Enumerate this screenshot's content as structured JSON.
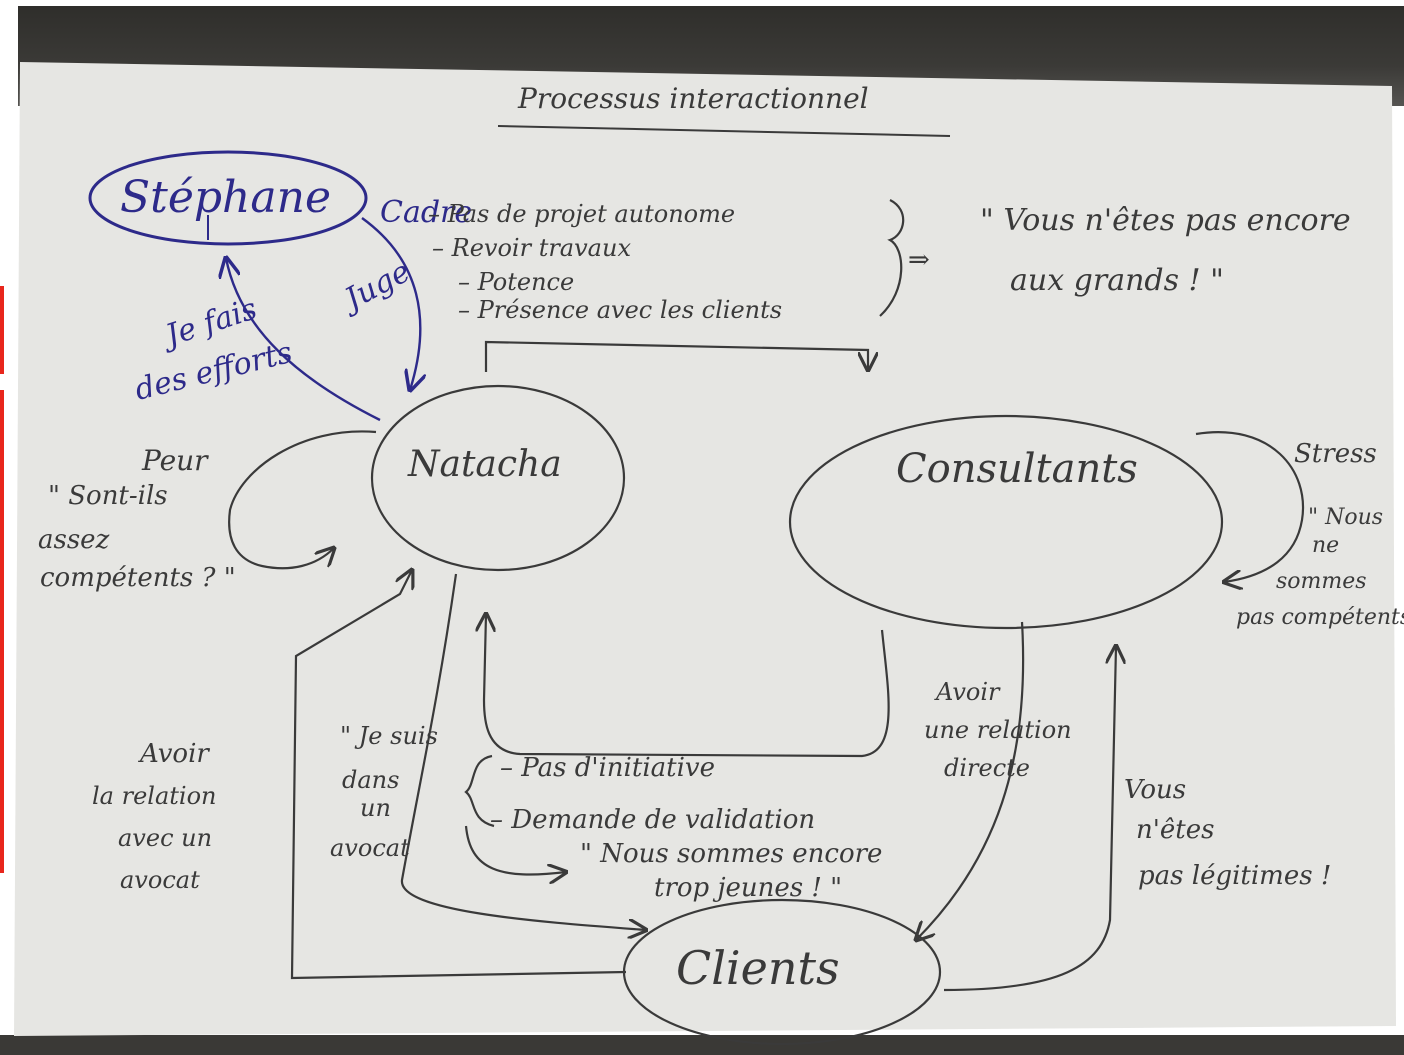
{
  "title": "Processus interactionnel",
  "nodes": {
    "stephane": "Stéphane",
    "natacha": "Natacha",
    "consultants": "Consultants",
    "clients": "Clients"
  },
  "stephane_side": {
    "critique": [
      "Cadre",
      "Juge"
    ],
    "effort": [
      "Je fais",
      "des efforts"
    ]
  },
  "list_top": [
    "– Pas de projet autonome",
    "– Revoir travaux",
    "– Potence",
    "– Présence avec les clients"
  ],
  "quote_top": [
    "\" Vous n'êtes pas encore",
    "aux grands ! \""
  ],
  "natacha_loop": [
    "Peur",
    "\" Sont-ils",
    "assez",
    "compétents ? \""
  ],
  "consultants_loop": [
    "Stress",
    "\" Nous",
    "ne",
    "sommes",
    "pas compétents \""
  ],
  "avoir_left": [
    "Avoir",
    "la relation",
    "avec un",
    "avocat"
  ],
  "natacha_inner": [
    "\" Je suis",
    "dans",
    "un",
    "avocat"
  ],
  "list_middle": [
    "– Pas d'initiative",
    "– Demande de validation"
  ],
  "quote_middle": [
    "\" Nous sommes encore",
    "trop jeunes ! \""
  ],
  "avoir_right": [
    "Avoir",
    "une relation",
    "directe"
  ],
  "legit": [
    "Vous",
    "n'êtes",
    "pas légitimes !"
  ],
  "colors": {
    "ink": "#3a3a3a",
    "blue_ink": "#2d2a8a",
    "paper": "#e6e6e3"
  }
}
